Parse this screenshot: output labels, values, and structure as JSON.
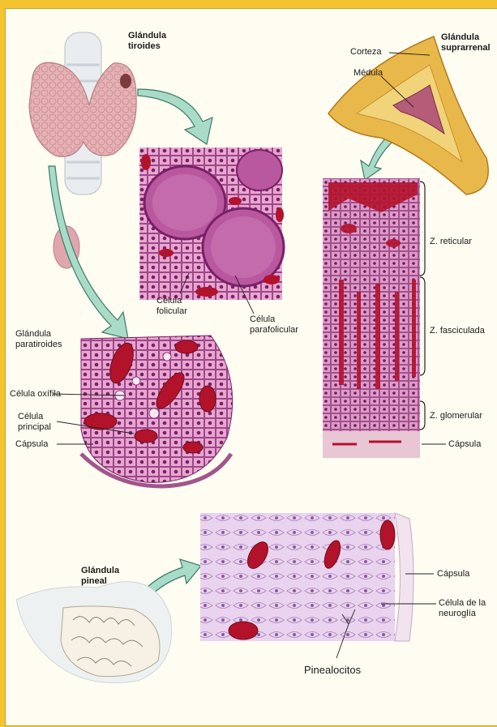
{
  "thyroid": {
    "title": "Glándula\ntiroides",
    "follicular_cell": "Célula\nfolicular",
    "parafollicular_cell": "Célula\nparafolicular"
  },
  "parathyroid": {
    "title": "Glándula\nparatiroides",
    "oxyphil_cell": "Célula oxífila",
    "principal_cell": "Célula\nprincipal",
    "capsule": "Cápsula"
  },
  "adrenal": {
    "title": "Glándula\nsuprarrenal",
    "cortex": "Corteza",
    "medulla": "Médula",
    "z_reticular": "Z. reticular",
    "z_fasciculada": "Z. fasciculada",
    "z_glomerular": "Z. glomerular",
    "capsule": "Cápsula"
  },
  "pineal": {
    "title": "Glándula\npineal",
    "capsule": "Cápsula",
    "neuroglia_cell": "Célula de la\nneuroglía",
    "pinealocytes": "Pinealocitos"
  },
  "colors": {
    "background": "#f4c430",
    "tissue_pink": "#d98ab8",
    "tissue_purple": "#9a3f86",
    "blood_red": "#b3122b",
    "arrow_fill": "#a8dcc8",
    "adrenal_yellow": "#e9b84a"
  }
}
